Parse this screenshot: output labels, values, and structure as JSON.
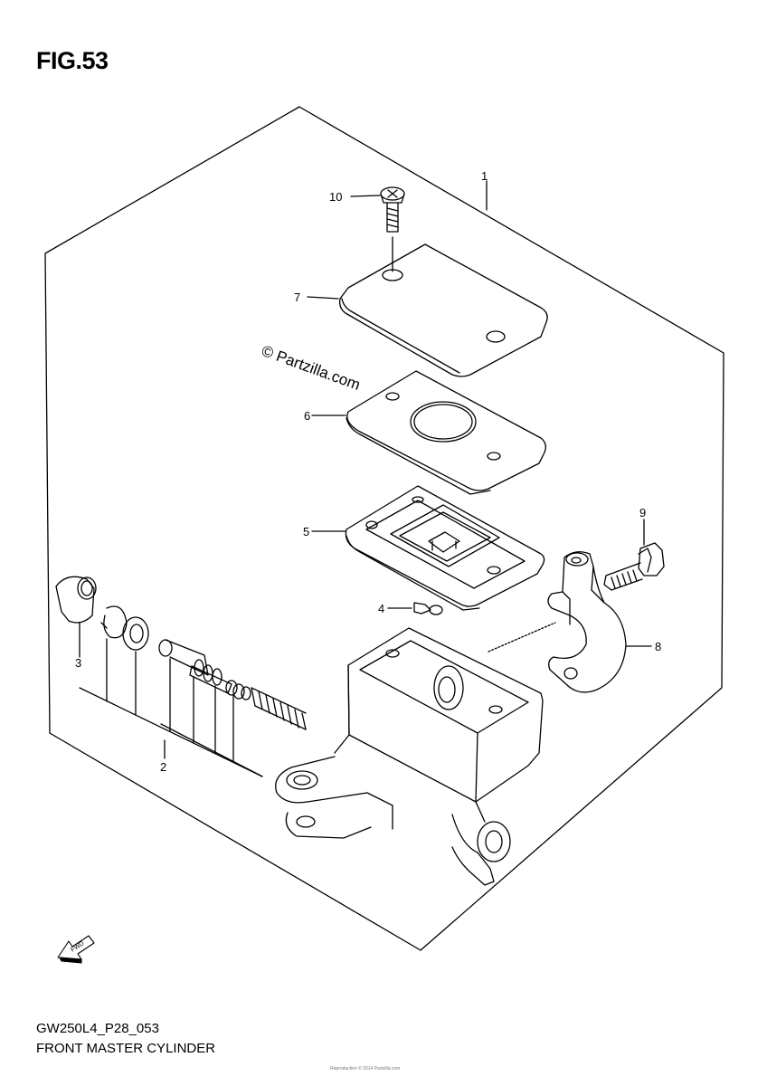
{
  "figure": {
    "title": "FIG.53"
  },
  "watermark": "© Partzilla.com",
  "footer": {
    "code": "GW250L4_P28_053",
    "name": "FRONT MASTER CYLINDER",
    "fine_print": "Reproduction © 2014 Partzilla.com"
  },
  "callouts": {
    "p1": "1",
    "p2": "2",
    "p3": "3",
    "p4": "4",
    "p5": "5",
    "p6": "6",
    "p7": "7",
    "p8": "8",
    "p9": "9",
    "p10": "10"
  },
  "fwd_arrow": {
    "label": "FWD",
    "icon": "fwd-arrow-icon"
  }
}
